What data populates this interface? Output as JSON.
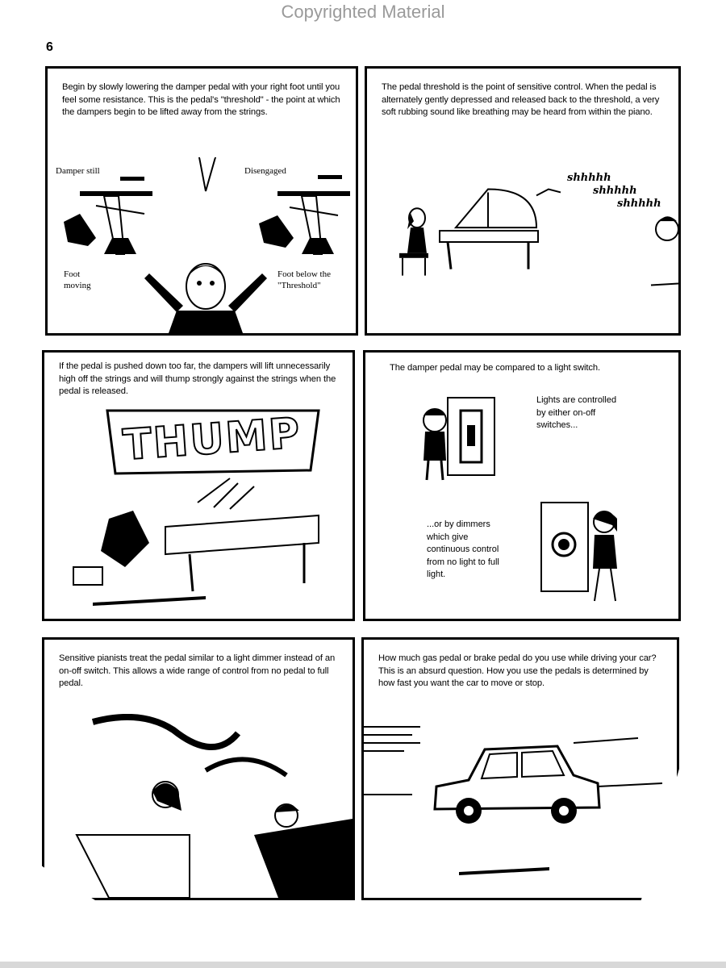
{
  "header": {
    "watermark": "Copyrighted Material",
    "page_number": "6"
  },
  "panels": [
    {
      "caption": "Begin by slowly lowering the damper pedal with your right foot until you feel some resistance. This is the pedal's \"threshold\" - the point at which the dampers begin to be lifted away from the strings.",
      "labels": {
        "damper_still": "Damper still",
        "disengaged": "Disengaged",
        "foot_moving": "Foot moving",
        "foot_below": "Foot below the \"Threshold\""
      }
    },
    {
      "caption": "The pedal threshold is the point of sensitive control. When the pedal is alternately gently depressed and released back to the threshold, a very soft rubbing sound like breathing may be heard from within the piano.",
      "sounds": [
        "shhhhh",
        "shhhhh",
        "shhhhh"
      ]
    },
    {
      "caption": "If the pedal is pushed down too far, the dampers will lift unnecessarily high off the strings and will thump strongly against the strings when the pedal is released.",
      "sound_effect": "THUMP"
    },
    {
      "caption": "The damper pedal may be compared to a light switch.",
      "labels": {
        "switch_text": "Lights are controlled by either on-off switches...",
        "dimmer_text": "...or by dimmers which give continuous control from no light to full light."
      }
    },
    {
      "caption": "Sensitive pianists treat the pedal similar to a light dimmer instead of an on-off switch. This allows a wide range of control from no pedal to full pedal."
    },
    {
      "caption": "How much gas pedal or brake pedal do you use while driving your car? This is an absurd question. How you use the pedals is determined by how fast you want the car to move or stop."
    }
  ]
}
